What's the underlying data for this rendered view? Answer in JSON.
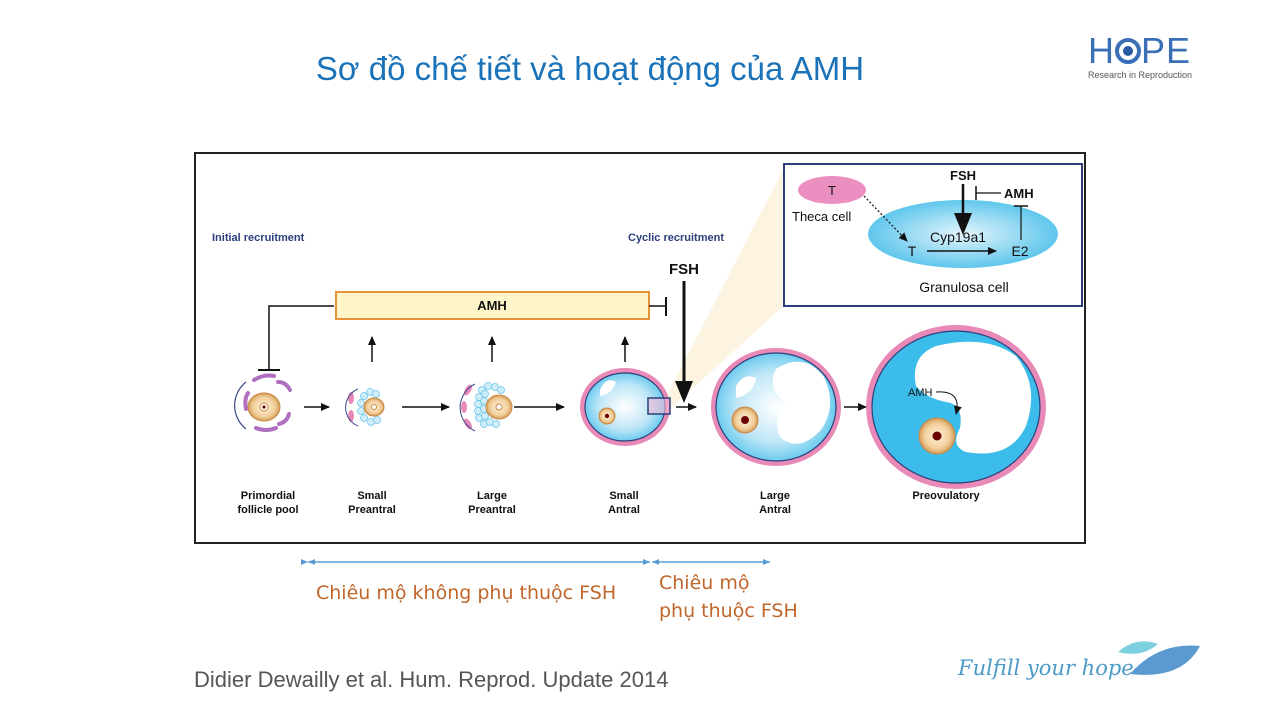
{
  "slide": {
    "title": "Sơ đồ chế tiết và hoạt động của AMH",
    "logo": {
      "name": "HOPE",
      "subtitle": "Research in Reproduction"
    },
    "citation": "Didier Dewailly et al. Hum. Reprod. Update 2014",
    "tagline": "Fulfill your hope",
    "annotations": {
      "fsh_independent": "Chiêu mộ không phụ thuộc FSH",
      "fsh_dependent_line1": "Chiêu mộ",
      "fsh_dependent_line2": "phụ thuộc FSH"
    }
  },
  "figure": {
    "initial_recruitment": "Initial recruitment",
    "cyclic_recruitment": "Cyclic recruitment",
    "amh_bar_label": "AMH",
    "fsh_label": "FSH",
    "stages": [
      {
        "line1": "Primordial",
        "line2": "follicle pool"
      },
      {
        "line1": "Small",
        "line2": "Preantral"
      },
      {
        "line1": "Large",
        "line2": "Preantral"
      },
      {
        "line1": "Small",
        "line2": "Antral"
      },
      {
        "line1": "Large",
        "line2": "Antral"
      },
      {
        "line1": "Preovulatory",
        "line2": ""
      }
    ],
    "preovulatory_amh": "AMH",
    "inset": {
      "fsh": "FSH",
      "amh": "AMH",
      "theca_t": "T",
      "theca_cell": "Theca cell",
      "granulosa_t": "T",
      "enzyme": "Cyp19a1",
      "product": "E2",
      "granulosa_cell": "Granulosa cell"
    }
  },
  "colors": {
    "title": "#1a72b8",
    "annotation": "#c0662a",
    "figure_heading": "#2b3f7a",
    "amh_bar_fill": "#fff5c8",
    "amh_bar_border": "#e8923a",
    "follicle_blue": "#3cbcea",
    "follicle_pink": "#e88ab8"
  }
}
